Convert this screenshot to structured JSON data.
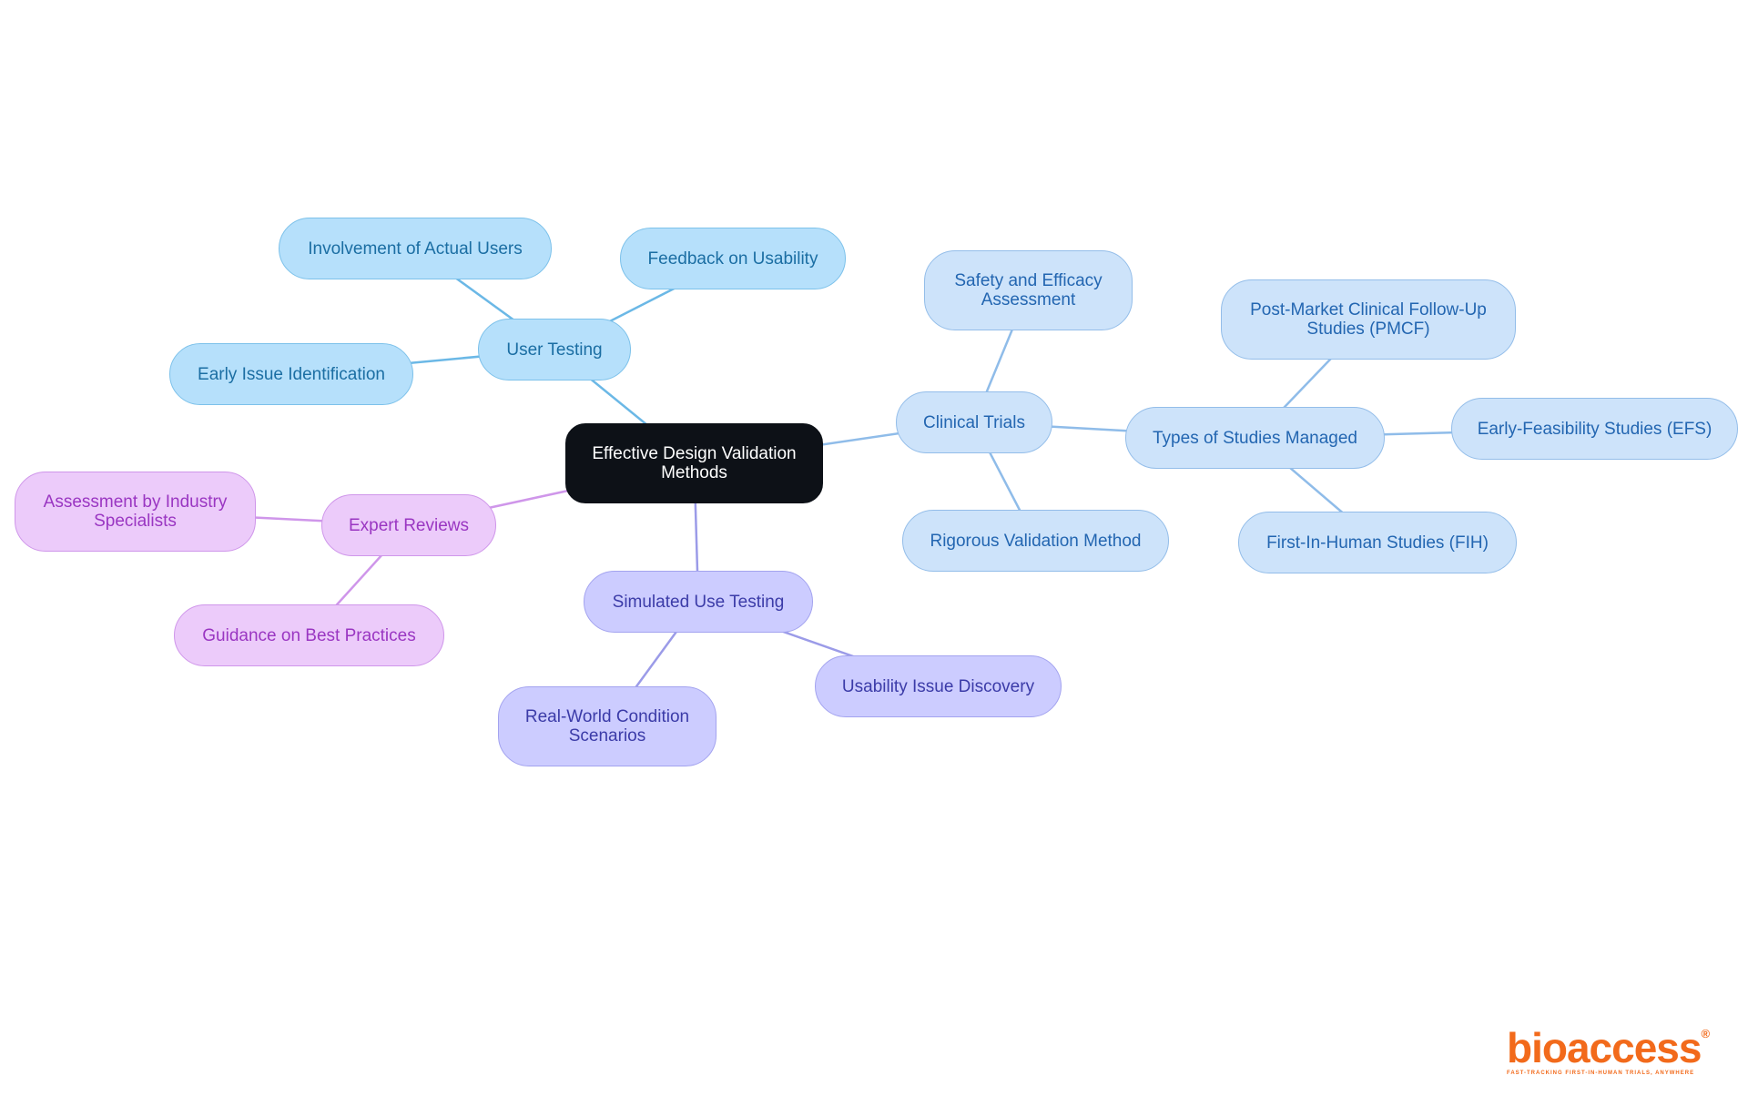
{
  "diagram": {
    "root": {
      "label": "Effective Design Validation Methods"
    },
    "branches": {
      "user_testing": {
        "label": "User Testing",
        "children": [
          "Involvement of Actual Users",
          "Feedback on Usability",
          "Early Issue Identification"
        ]
      },
      "clinical_trials": {
        "label": "Clinical Trials",
        "children": [
          "Safety and Efficacy Assessment",
          "Rigorous Validation Method"
        ],
        "sub": {
          "label": "Types of Studies Managed",
          "children": [
            "Post-Market Clinical Follow-Up Studies (PMCF)",
            "Early-Feasibility Studies (EFS)",
            "First-In-Human Studies (FIH)"
          ]
        }
      },
      "simulated": {
        "label": "Simulated Use Testing",
        "children": [
          "Real-World Condition Scenarios",
          "Usability Issue Discovery"
        ]
      },
      "expert": {
        "label": "Expert Reviews",
        "children": [
          "Assessment by Industry Specialists",
          "Guidance on Best Practices"
        ]
      }
    }
  },
  "colors": {
    "root_bg": "#0d1117",
    "user_testing": "#b6e0fb",
    "clinical_trials": "#cde3fa",
    "simulated": "#ccccff",
    "expert": "#eccbfa",
    "brand": "#f26a1b"
  },
  "logo": {
    "word": "bioaccess",
    "registered": "®",
    "tagline": "FAST-TRACKING FIRST-IN-HUMAN TRIALS, ANYWHERE"
  }
}
